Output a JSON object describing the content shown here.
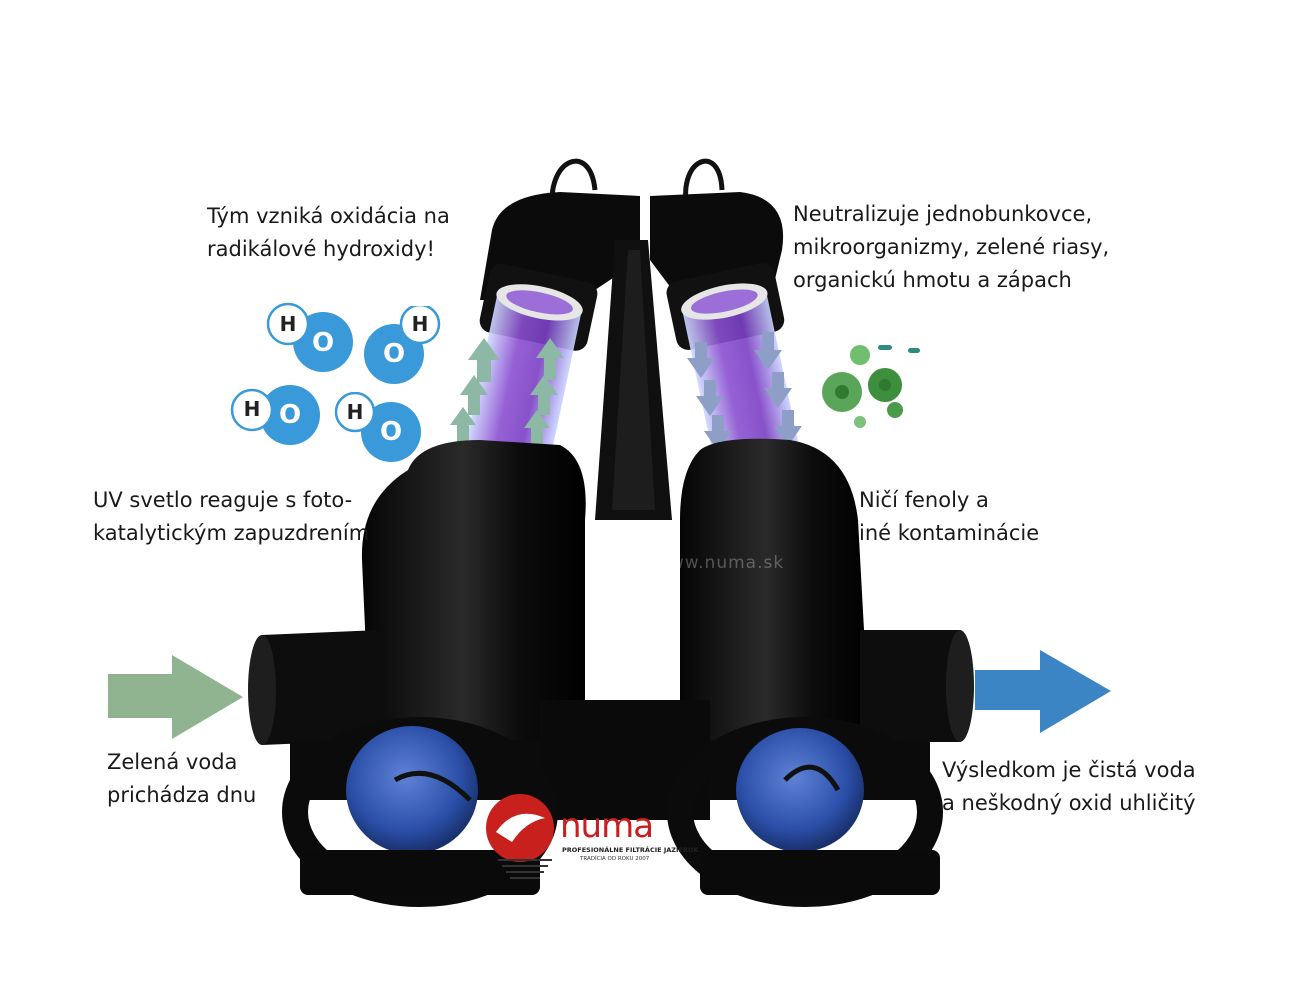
{
  "captions": {
    "top_left": [
      "Tým vzniká oxidácia na",
      "radikálové hydroxidy!"
    ],
    "top_right": [
      "Neutralizuje jednobunkovce,",
      "mikroorganizmy, zelené riasy,",
      "organickú hmotu a zápach"
    ],
    "mid_left": [
      "UV svetlo reaguje s foto-",
      "katalytickým zapuzdrením"
    ],
    "mid_right": [
      "Ničí fenoly a",
      "iné kontaminácie"
    ],
    "bottom_left": [
      "Zelená voda",
      "prichádza dnu"
    ],
    "bottom_right": [
      "Výsledkom je čistá voda",
      "a neškodný oxid uhličitý"
    ]
  },
  "molecules": [
    {
      "h": "H",
      "o": "O"
    },
    {
      "h": "H",
      "o": "O"
    },
    {
      "h": "H",
      "o": "O"
    },
    {
      "h": "H",
      "o": "O"
    }
  ],
  "watermark": "www.numa.sk",
  "brand": {
    "word": "numa",
    "tagline": "PROFESIONÁLNE FILTRÁCIE JAZIEROK",
    "since": "TRADÍCIA OD ROKU 2007"
  },
  "colors": {
    "inflow_arrow": "#8fb48f",
    "outflow_arrow": "#3b85c4",
    "molecule_blue": "#3a9ad9",
    "uv_glow": "#8a4fd0",
    "up_arrows": "#8cb8a5",
    "down_arrows": "#8d9fc6",
    "bacteria_green": "#4a9a4a",
    "brand_red": "#c8201c"
  },
  "icons": [
    "inflow-arrow-icon",
    "outflow-arrow-icon",
    "hydroxyl-molecule-icon",
    "bacteria-icon",
    "numa-logo-icon"
  ]
}
